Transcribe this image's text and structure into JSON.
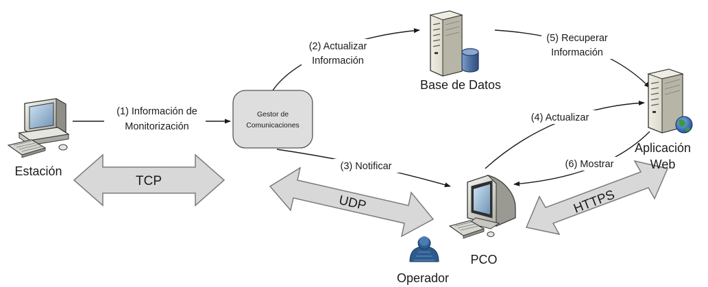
{
  "nodes": {
    "estacion": "Estación",
    "gestor_line1": "Gestor de",
    "gestor_line2": "Comunicaciones",
    "base_datos": "Base de Datos",
    "aplicacion_line1": "Aplicación",
    "aplicacion_line2": "Web",
    "pco": "PCO",
    "operador": "Operador"
  },
  "edges": {
    "e1_line1": "(1) Información de",
    "e1_line2": "Monitorización",
    "e2_line1": "(2) Actualizar",
    "e2_line2": "Información",
    "e3": "(3) Notificar",
    "e4": "(4) Actualizar",
    "e5_line1": "(5) Recuperar",
    "e5_line2": "Información",
    "e6": "(6) Mostrar"
  },
  "protocols": {
    "tcp": "TCP",
    "udp": "UDP",
    "https": "HTTPS"
  },
  "colors": {
    "protocol_arrow_fill": "#d8d8d8",
    "protocol_arrow_stroke": "#7a7a7a",
    "gestor_fill": "#dedede",
    "server_body": "#cfcdbd",
    "db_cylinder": "#4f6fa0",
    "operador_icon": "#2e5b8e",
    "line": "#1a1a1a"
  },
  "icons": {
    "estacion": "desktop-computer-icon",
    "base_datos": "database-server-icon",
    "aplicacion_web": "web-server-icon",
    "pco": "workstation-computer-icon",
    "operador": "person-icon"
  }
}
